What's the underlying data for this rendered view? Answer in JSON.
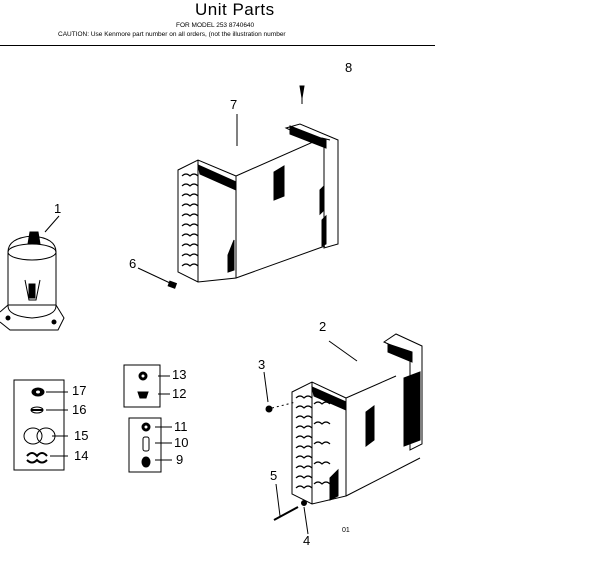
{
  "header": {
    "title": "Unit Parts",
    "model_line": "FOR MODEL 253 8740640",
    "caution_line": "CAUTION: Use Kenmore part number on all orders, (not the illustration number"
  },
  "callouts": {
    "c1": "1",
    "c2": "2",
    "c3": "3",
    "c4": "4",
    "c5": "5",
    "c6": "6",
    "c7": "7",
    "c8": "8",
    "c9": "9",
    "c10": "10",
    "c11": "11",
    "c12": "12",
    "c13": "13",
    "c14": "14",
    "c15": "15",
    "c16": "16",
    "c17": "17"
  },
  "figure_code": "01",
  "colors": {
    "ink": "#000000",
    "paper": "#ffffff"
  }
}
